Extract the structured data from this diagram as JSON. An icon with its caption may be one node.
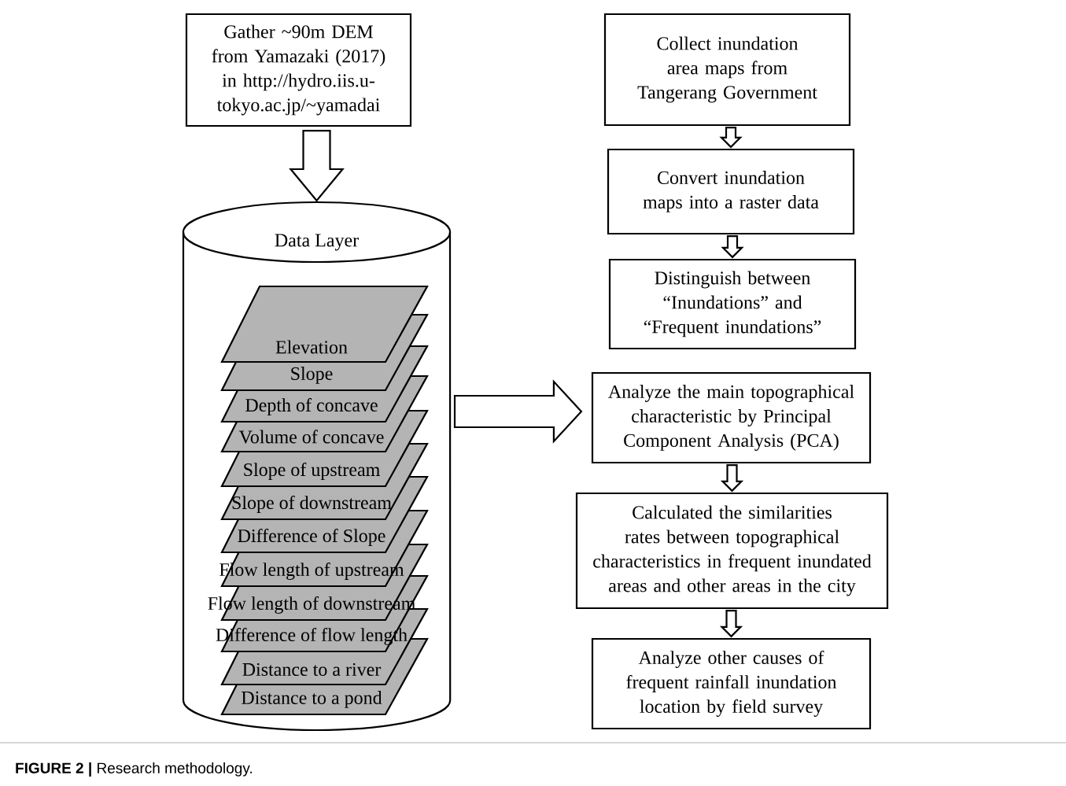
{
  "diagram": {
    "caption": "**FIGURE 2 |** Research methodology.",
    "nodes": [
      {
        "text": [
          "Gather ~90m DEM from Yamazaki (2017) in http://hydro.iis.u-tokyo.ac.jp/~yamadai"
        ]
      },
      {
        "text": [
          "Data Layer"
        ]
      },
      {
        "text": [
          "Elevation"
        ],
        "in": 1
      },
      {
        "text": [
          "Slope"
        ],
        "in": 1
      },
      {
        "text": [
          "Depth of concave"
        ],
        "in": 1
      },
      {
        "text": [
          "Volume of concave"
        ],
        "in": 1
      },
      {
        "text": [
          "Slope of upstream"
        ],
        "in": 1
      },
      {
        "text": [
          "Slope of downstream"
        ],
        "in": 1
      },
      {
        "text": [
          "Difference of Slope"
        ],
        "in": 1
      },
      {
        "text": [
          "Flow length of upstream"
        ],
        "in": 1
      },
      {
        "text": [
          "Flow length of downstream"
        ],
        "in": 1
      },
      {
        "text": [
          "Difference of flow length"
        ],
        "in": 1
      },
      {
        "text": [
          "Distance to a river"
        ],
        "in": 1
      },
      {
        "text": [
          "Distance to a pond"
        ],
        "in": 1
      },
      {
        "text": [
          "Collect inundation area maps from Tangerang Government"
        ]
      },
      {
        "text": [
          "Convert inundation maps into a raster data"
        ]
      },
      {
        "text": [
          "Distinguish between “Inundations” and “Frequent inundations”"
        ]
      },
      {
        "text": [
          "Analyze the main topographical characteristic by Principal Component Analysis (PCA)"
        ]
      },
      {
        "text": [
          "Calculated the similarities rates between topographical characteristics in frequent inundated areas and other areas in the city"
        ]
      },
      {
        "text": [
          "Analyze other causes of frequent rainfall inundation location by field survey"
        ]
      }
    ],
    "edges": [
      {
        "from": 0,
        "to": 1,
        "arrow": "to"
      },
      {
        "from": 1,
        "to": 17,
        "arrow": "to"
      },
      {
        "from": 14,
        "to": 15,
        "arrow": "to"
      },
      {
        "from": 15,
        "to": 16,
        "arrow": "to"
      },
      {
        "from": 17,
        "to": 18,
        "arrow": "to"
      },
      {
        "from": 18,
        "to": 19,
        "arrow": "to"
      }
    ]
  }
}
